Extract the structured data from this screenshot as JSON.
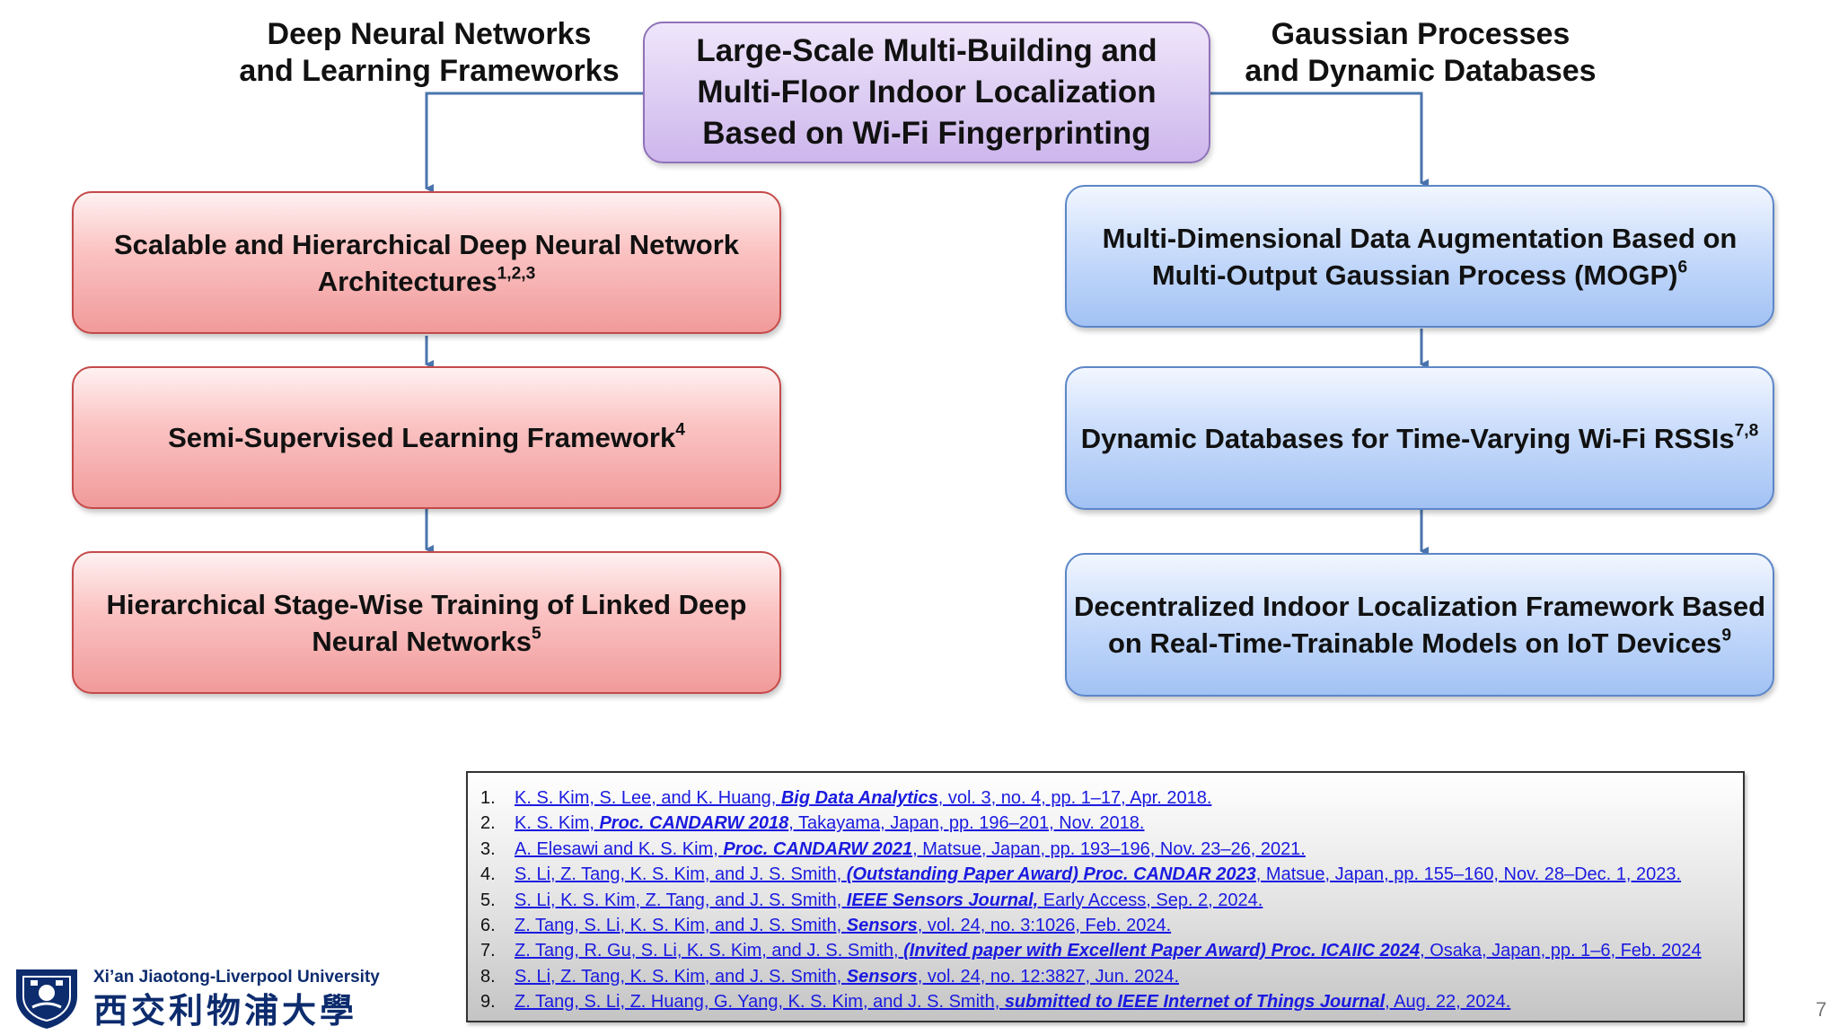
{
  "left_heading": {
    "line1": "Deep Neural Networks",
    "line2": "and Learning Frameworks"
  },
  "right_heading": {
    "line1": "Gaussian Processes",
    "line2": "and Dynamic Databases"
  },
  "center": {
    "line1": "Large-Scale Multi-Building and",
    "line2": "Multi-Floor Indoor Localization",
    "line3": "Based on Wi-Fi Fingerprinting"
  },
  "left_boxes": [
    {
      "line1": "Scalable and Hierarchical Deep Neural Network",
      "line2": "Architectures",
      "sup": "1,2,3"
    },
    {
      "line1": "Semi-Supervised Learning Framework",
      "line2": "",
      "sup": "4"
    },
    {
      "line1": "Hierarchical Stage-Wise Training of Linked Deep",
      "line2": "Neural Networks",
      "sup": "5"
    }
  ],
  "right_boxes": [
    {
      "line1": "Multi-Dimensional Data Augmentation Based on",
      "line2": "Multi-Output Gaussian Process (MOGP)",
      "sup": "6"
    },
    {
      "line1": "Dynamic Databases for Time-Varying Wi-Fi RSSIs",
      "line2": "",
      "sup": "7,8"
    },
    {
      "line1": "Decentralized Indoor Localization Framework Based",
      "line2": "on Real-Time-Trainable Models on IoT Devices",
      "sup": "9"
    }
  ],
  "references": [
    {
      "num": "1.",
      "pre": "K. S. Kim, S. Lee, and K. Huang, ",
      "venue": "Big Data Analytics",
      "post": ", vol. 3, no. 4, pp. 1–17, Apr. 2018."
    },
    {
      "num": "2.",
      "pre": "K. S. Kim, ",
      "venue": "Proc. CANDARW 2018",
      "post": ", Takayama, Japan, pp. 196–201, Nov. 2018."
    },
    {
      "num": "3.",
      "pre": "A. Elesawi and K. S. Kim, ",
      "venue": "Proc. CANDARW 2021",
      "post": ", Matsue, Japan, pp. 193–196, Nov. 23–26, 2021."
    },
    {
      "num": "4.",
      "pre": "S. Li, Z. Tang, K. S. Kim, and J. S. Smith, ",
      "venue": "(Outstanding Paper Award) Proc. CANDAR 2023",
      "post": ", Matsue, Japan, pp. 155–160, Nov. 28–Dec. 1, 2023."
    },
    {
      "num": "5.",
      "pre": "S. Li, K. S. Kim, Z. Tang, and J. S. Smith, ",
      "venue": "IEEE Sensors Journal,",
      "post": " Early Access, Sep. 2, 2024."
    },
    {
      "num": "6.",
      "pre": "Z. Tang, S. Li, K. S. Kim, and J. S. Smith, ",
      "venue": "Sensors",
      "post": ", vol. 24, no. 3:1026, Feb. 2024."
    },
    {
      "num": "7.",
      "pre": "Z. Tang, R. Gu, S. Li, K. S. Kim, and J. S. Smith, ",
      "venue": "(Invited paper with Excellent Paper Award) Proc. ICAIIC 2024",
      "post": ", Osaka, Japan, pp. 1–6, Feb.  2024"
    },
    {
      "num": "8.",
      "pre": "S. Li, Z. Tang, K. S. Kim, and J. S. Smith, ",
      "venue": "Sensors",
      "post": ", vol. 24, no. 12:3827, Jun. 2024."
    },
    {
      "num": "9.",
      "pre": "Z. Tang, S. Li, Z. Huang, G. Yang, K. S. Kim, and J. S. Smith, ",
      "venue": "submitted to IEEE Internet of Things Journal",
      "post": ", Aug. 22, 2024."
    }
  ],
  "university": {
    "name_en": "Xi’an Jiaotong-Liverpool University",
    "name_cn": "西交利物浦大學"
  },
  "page_number": "7",
  "colors": {
    "red_fill": "#f7b2b2",
    "blue_fill": "#b7d1f8",
    "center_fill": "#dccbf3",
    "arrow": "#4a74ad",
    "link": "#1a1ae0"
  }
}
